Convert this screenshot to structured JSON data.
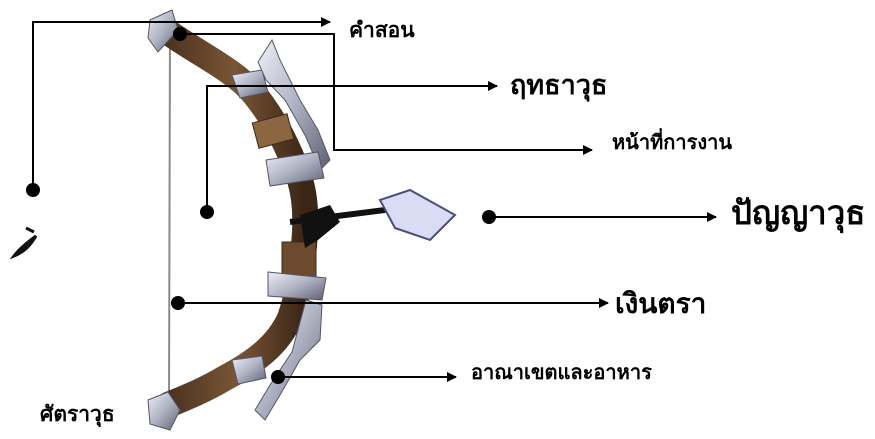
{
  "labels": {
    "kamson": "คำสอน",
    "rit": "ฤทธาวุธ",
    "nathi": "หน้าที่การงาน",
    "panya": "ปัญญาวุธ",
    "ngoen": "เงินตรา",
    "arnan": "อาณาเขตและอาหาร",
    "sat": "ศัตราวุธ"
  },
  "colors": {
    "line": "#000000",
    "wood": "#6b4a2e",
    "wood_dark": "#3f2a18",
    "metal": "#c9ccd8",
    "metal_dark": "#6e7080",
    "string": "#8a8a8a",
    "arrow_tip": "#d9dcf2"
  }
}
